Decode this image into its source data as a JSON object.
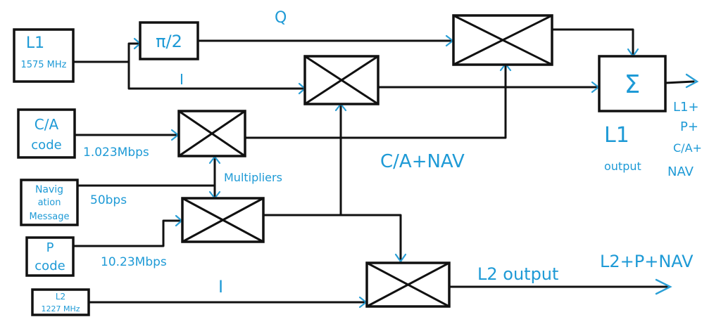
{
  "inputs": {
    "l1_line1": "L1",
    "l1_line2": "1575 MHz",
    "ca_line1": "C/A",
    "ca_line2": "code",
    "nav_line1": "Navig",
    "nav_line2": "ation",
    "nav_line3": "Message",
    "p_line1": "P",
    "p_line2": "code",
    "l2_line1": "L2",
    "l2_line2": "1227 MHz"
  },
  "blocks": {
    "phase_shift": "π/2",
    "summer": "Σ"
  },
  "labels": {
    "q": "Q",
    "i_upper": "I",
    "i_lower": "I",
    "ca_rate": "1.023Mbps",
    "nav_rate": "50bps",
    "p_rate": "10.23Mbps",
    "multipliers": "Multipliers",
    "ca_nav": "C/A+NAV",
    "l1_output_1": "L1",
    "l1_output_2": "output",
    "l1_sum_1": "L1+",
    "l1_sum_2": "P+",
    "l1_sum_3": "C/A+",
    "l1_sum_4": "NAV",
    "l2_output": "L2 output",
    "l2_sum": "L2+P+NAV"
  }
}
